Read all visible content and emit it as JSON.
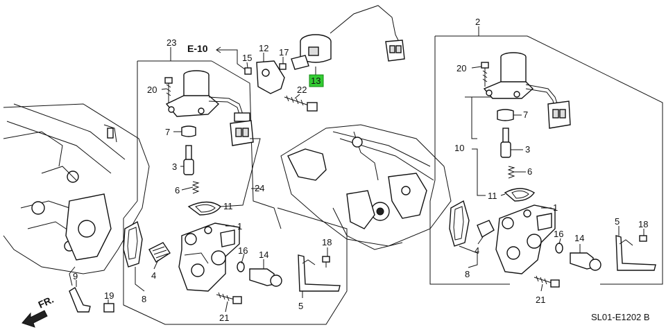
{
  "diagram": {
    "code": "SL01-E1202 B",
    "direction_label": "FR.",
    "ref_label": "E-10",
    "highlighted_part": "13",
    "highlight_color": "#33cc33",
    "labels": {
      "p1a": "1",
      "p1b": "1",
      "p2": "2",
      "p3a": "3",
      "p3b": "3",
      "p4a": "4",
      "p4b": "4",
      "p5a": "5",
      "p5b": "5",
      "p6a": "6",
      "p6b": "6",
      "p7a": "7",
      "p7b": "7",
      "p8a": "8",
      "p8b": "8",
      "p9": "9",
      "p10": "10",
      "p11a": "11",
      "p11b": "11",
      "p12": "12",
      "p13": "13",
      "p14a": "14",
      "p14b": "14",
      "p15": "15",
      "p16a": "16",
      "p16b": "16",
      "p17": "17",
      "p18a": "18",
      "p18b": "18",
      "p19": "19",
      "p20a": "20",
      "p20b": "20",
      "p21a": "21",
      "p21b": "21",
      "p22": "22",
      "p23": "23",
      "p24": "24"
    }
  }
}
